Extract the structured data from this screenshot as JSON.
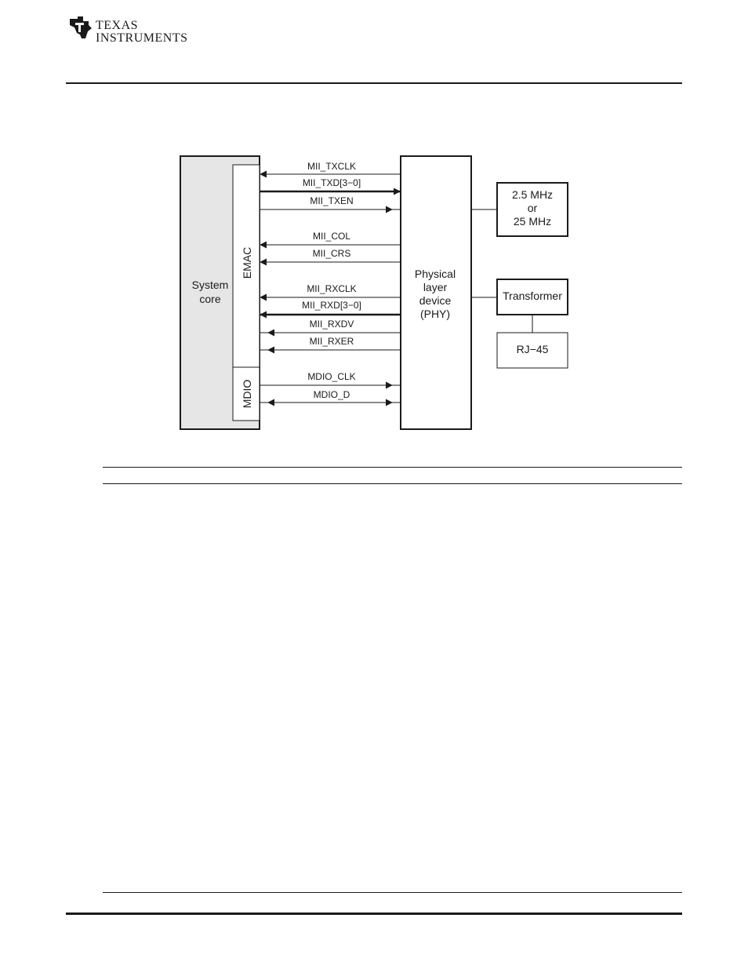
{
  "header": {
    "logo": {
      "icon": "ti-logo-icon",
      "line1": "TEXAS",
      "line2": "INSTRUMENTS"
    }
  },
  "diagram": {
    "blocks": {
      "system_core": [
        "System",
        "core"
      ],
      "emac": "EMAC",
      "mdio": "MDIO",
      "phy": [
        "Physical",
        "layer",
        "device",
        "(PHY)"
      ],
      "clock": [
        "2.5 MHz",
        "or",
        "25 MHz"
      ],
      "transformer": "Transformer",
      "rj45": "RJ−45"
    },
    "signals": [
      {
        "name": "MII_TXCLK",
        "direction": "to-emac",
        "bus": false
      },
      {
        "name": "MII_TXD[3−0]",
        "direction": "to-phy",
        "bus": true
      },
      {
        "name": "MII_TXEN",
        "direction": "to-phy",
        "bus": false
      },
      {
        "name": "MII_COL",
        "direction": "to-emac",
        "bus": false
      },
      {
        "name": "MII_CRS",
        "direction": "to-emac",
        "bus": false
      },
      {
        "name": "MII_RXCLK",
        "direction": "to-emac",
        "bus": false
      },
      {
        "name": "MII_RXD[3−0]",
        "direction": "to-emac",
        "bus": true
      },
      {
        "name": "MII_RXDV",
        "direction": "to-emac",
        "bus": false
      },
      {
        "name": "MII_RXER",
        "direction": "to-emac",
        "bus": false
      },
      {
        "name": "MDIO_CLK",
        "direction": "to-phy",
        "bus": false
      },
      {
        "name": "MDIO_D",
        "direction": "bidirectional",
        "bus": false
      }
    ]
  },
  "colors": {
    "system_core_fill": "#e6e6e6",
    "line": "#1a1a1a"
  }
}
